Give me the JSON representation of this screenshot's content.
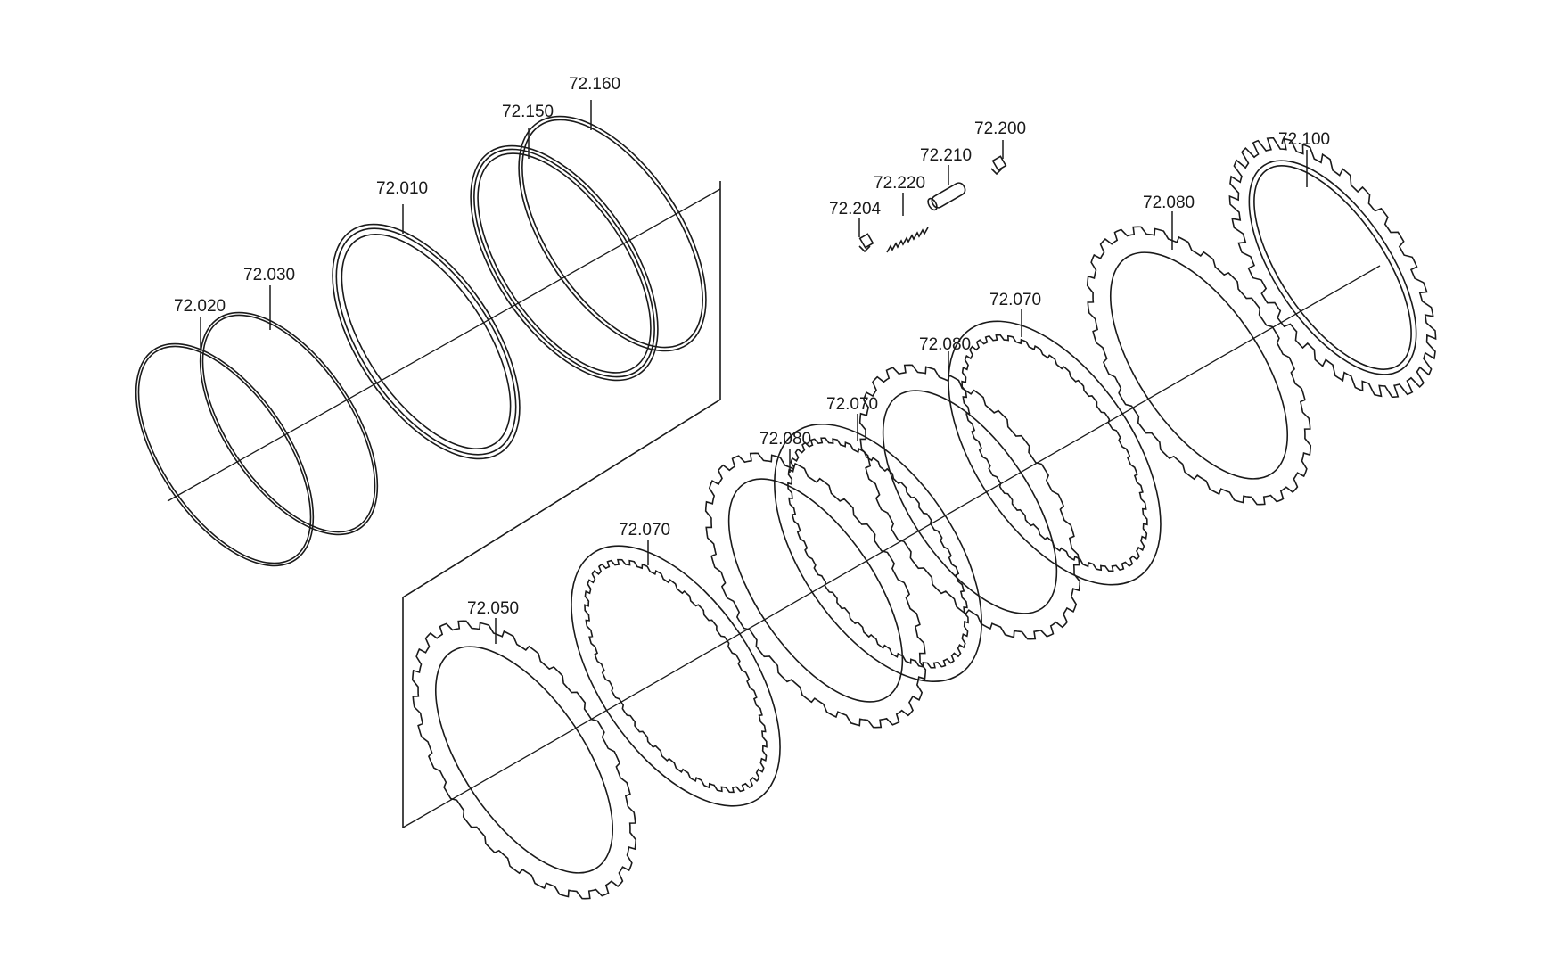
{
  "labels": {
    "p72_160": "72.160",
    "p72_150": "72.150",
    "p72_010": "72.010",
    "p72_030": "72.030",
    "p72_020": "72.020",
    "p72_200": "72.200",
    "p72_210": "72.210",
    "p72_220": "72.220",
    "p72_204": "72.204",
    "p72_100": "72.100",
    "p72_080_a": "72.080",
    "p72_070_a": "72.070",
    "p72_080_b": "72.080",
    "p72_070_b": "72.070",
    "p72_080_c": "72.080",
    "p72_070_c": "72.070",
    "p72_050": "72.050"
  }
}
